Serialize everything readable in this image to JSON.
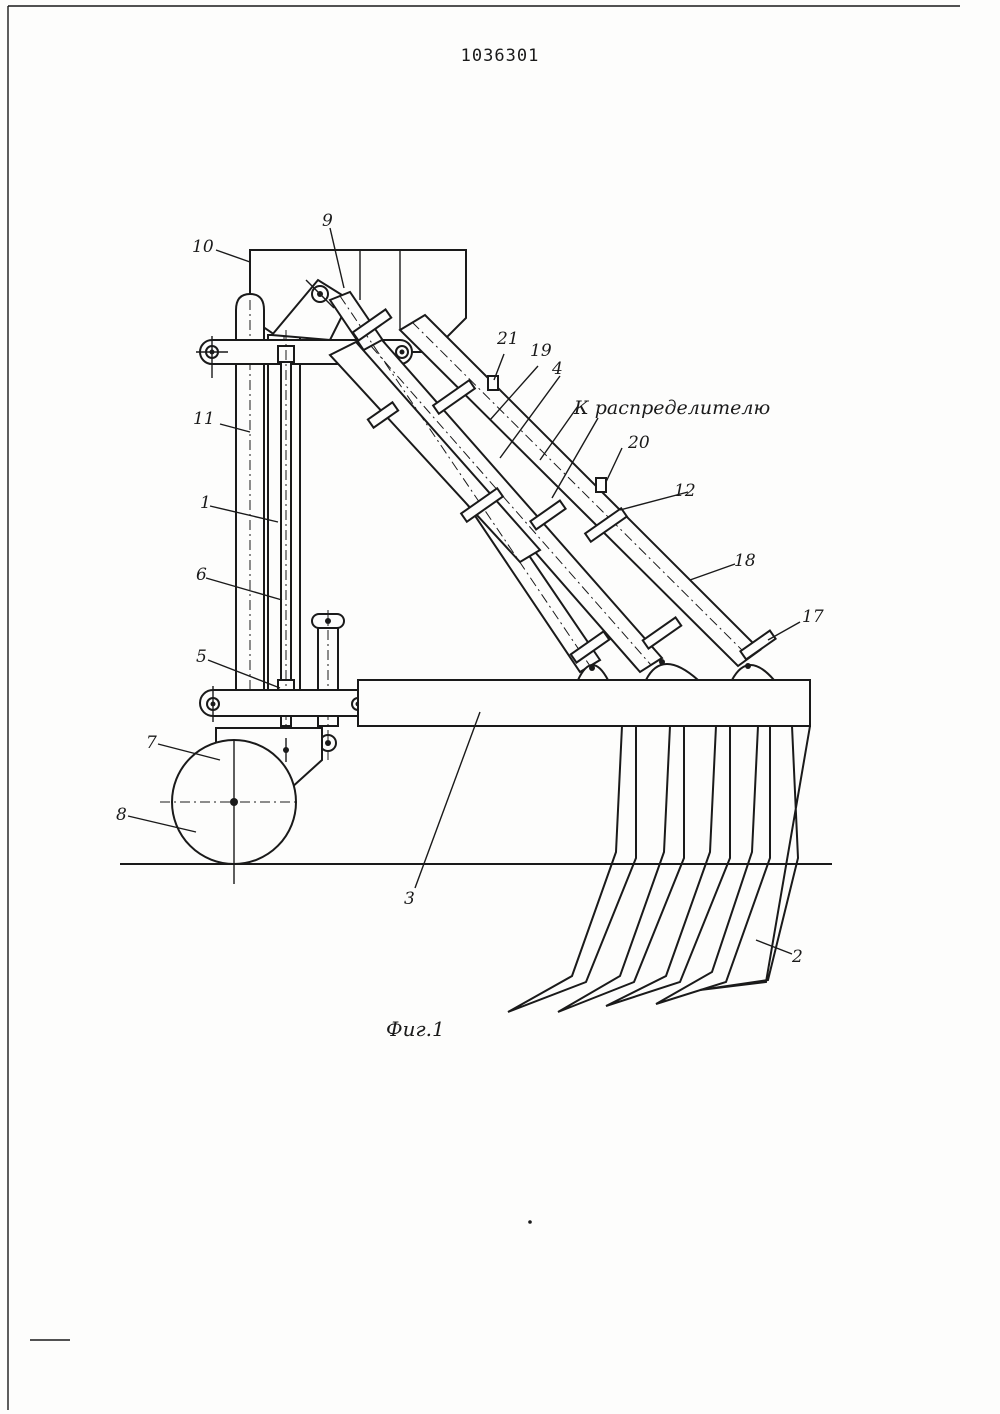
{
  "document": {
    "patent_number": "1036301",
    "figure_caption": "Фиг.1"
  },
  "labels": {
    "l10": "10",
    "l9": "9",
    "l21": "21",
    "l19": "19",
    "l4": "4",
    "l_distributor": "К распределителю",
    "l11": "11",
    "l20": "20",
    "l12": "12",
    "l1": "1",
    "l6": "6",
    "l18": "18",
    "l17": "17",
    "l5": "5",
    "l7": "7",
    "l8": "8",
    "l3": "3",
    "l2": "2"
  }
}
